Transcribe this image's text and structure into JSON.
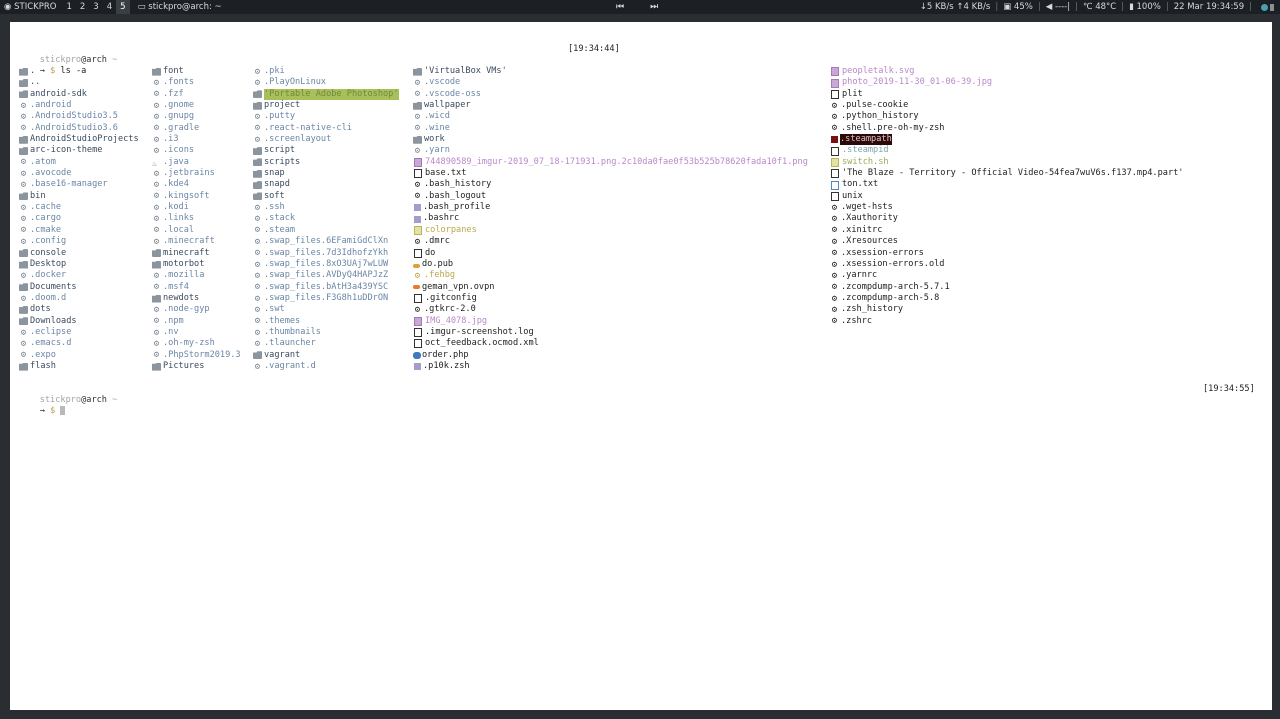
{
  "topbar": {
    "brand": "STICKPRO",
    "workspaces": [
      "1",
      "2",
      "3",
      "4",
      "5"
    ],
    "active_workspace": "5",
    "window_title": "stickpro@arch: ~",
    "net_down": "5 KB/s",
    "net_up": "4 KB/s",
    "cpu": "45%",
    "volume": "----|",
    "temp": "48°C",
    "battery": "100%",
    "datetime": "22 Mar 19:34:59",
    "icons": {
      "brand": "terminal-icon",
      "window": "window-icon",
      "prev": "previous-track-icon",
      "next": "next-track-icon",
      "down": "arrow-down-icon",
      "up": "arrow-up-icon",
      "display": "monitor-icon",
      "volume": "speaker-icon",
      "temp": "thermometer-icon",
      "battery": "battery-icon"
    }
  },
  "terminal": {
    "prompt1": {
      "user": "stickpro",
      "host": "@arch",
      "path": " ~",
      "time": "[19:34:44]",
      "command": "ls -a"
    },
    "prompt2": {
      "user": "stickpro",
      "host": "@arch",
      "path": " ~",
      "time": "[19:34:55]",
      "command": ""
    },
    "arrow": "→",
    "dollar": "$",
    "columns": [
      [
        {
          "name": ".",
          "icon": "folder",
          "cls": "dir"
        },
        {
          "name": "..",
          "icon": "folder",
          "cls": "dir"
        },
        {
          "name": "android-sdk",
          "icon": "folder",
          "cls": "dir"
        },
        {
          "name": ".android",
          "icon": "gear",
          "cls": "hid"
        },
        {
          "name": ".AndroidStudio3.5",
          "icon": "gear",
          "cls": "hid"
        },
        {
          "name": ".AndroidStudio3.6",
          "icon": "gear",
          "cls": "hid"
        },
        {
          "name": "AndroidStudioProjects",
          "icon": "folder",
          "cls": "dir"
        },
        {
          "name": "arc-icon-theme",
          "icon": "folder",
          "cls": "dir"
        },
        {
          "name": ".atom",
          "icon": "gear",
          "cls": "hid"
        },
        {
          "name": ".avocode",
          "icon": "gear",
          "cls": "hid"
        },
        {
          "name": ".base16-manager",
          "icon": "gear",
          "cls": "hid"
        },
        {
          "name": "bin",
          "icon": "folder",
          "cls": "dir"
        },
        {
          "name": ".cache",
          "icon": "gear",
          "cls": "hid"
        },
        {
          "name": ".cargo",
          "icon": "gear",
          "cls": "hid"
        },
        {
          "name": ".cmake",
          "icon": "gear",
          "cls": "hid"
        },
        {
          "name": ".config",
          "icon": "gear",
          "cls": "hid"
        },
        {
          "name": "console",
          "icon": "folder",
          "cls": "dir"
        },
        {
          "name": "Desktop",
          "icon": "folder",
          "cls": "dir"
        },
        {
          "name": ".docker",
          "icon": "gear",
          "cls": "hid"
        },
        {
          "name": "Documents",
          "icon": "folder",
          "cls": "dir"
        },
        {
          "name": ".doom.d",
          "icon": "gear",
          "cls": "hid"
        },
        {
          "name": "dots",
          "icon": "folder",
          "cls": "dir"
        },
        {
          "name": "Downloads",
          "icon": "folder",
          "cls": "dir"
        },
        {
          "name": ".eclipse",
          "icon": "gear",
          "cls": "hid"
        },
        {
          "name": ".emacs.d",
          "icon": "gear",
          "cls": "hid"
        },
        {
          "name": ".expo",
          "icon": "gear",
          "cls": "hid"
        },
        {
          "name": "flash",
          "icon": "folder",
          "cls": "dir"
        }
      ],
      [
        {
          "name": "font",
          "icon": "folder",
          "cls": "dir"
        },
        {
          "name": ".fonts",
          "icon": "gear",
          "cls": "hid"
        },
        {
          "name": ".fzf",
          "icon": "gear",
          "cls": "hid"
        },
        {
          "name": ".gnome",
          "icon": "gear",
          "cls": "hid"
        },
        {
          "name": ".gnupg",
          "icon": "gear",
          "cls": "hid"
        },
        {
          "name": ".gradle",
          "icon": "gear",
          "cls": "hid"
        },
        {
          "name": ".i3",
          "icon": "gear",
          "cls": "hid"
        },
        {
          "name": ".icons",
          "icon": "gear",
          "cls": "hid"
        },
        {
          "name": ".java",
          "icon": "java",
          "cls": "hid"
        },
        {
          "name": ".jetbrains",
          "icon": "gear",
          "cls": "hid"
        },
        {
          "name": ".kde4",
          "icon": "gear",
          "cls": "hid"
        },
        {
          "name": ".kingsoft",
          "icon": "gear",
          "cls": "hid"
        },
        {
          "name": ".kodi",
          "icon": "gear",
          "cls": "hid"
        },
        {
          "name": ".links",
          "icon": "gear",
          "cls": "hid"
        },
        {
          "name": ".local",
          "icon": "gear",
          "cls": "hid"
        },
        {
          "name": ".minecraft",
          "icon": "gear",
          "cls": "hid"
        },
        {
          "name": "minecraft",
          "icon": "folder",
          "cls": "dir"
        },
        {
          "name": "motorbot",
          "icon": "folder",
          "cls": "dir"
        },
        {
          "name": ".mozilla",
          "icon": "gear",
          "cls": "hid"
        },
        {
          "name": ".msf4",
          "icon": "gear",
          "cls": "hid"
        },
        {
          "name": "newdots",
          "icon": "folder",
          "cls": "dir"
        },
        {
          "name": ".node-gyp",
          "icon": "gear",
          "cls": "hid"
        },
        {
          "name": ".npm",
          "icon": "gear",
          "cls": "hid"
        },
        {
          "name": ".nv",
          "icon": "gear",
          "cls": "hid"
        },
        {
          "name": ".oh-my-zsh",
          "icon": "gear",
          "cls": "hid"
        },
        {
          "name": ".PhpStorm2019.3",
          "icon": "gear",
          "cls": "hid"
        },
        {
          "name": "Pictures",
          "icon": "folder",
          "cls": "dir"
        }
      ],
      [
        {
          "name": ".pki",
          "icon": "gear",
          "cls": "hid"
        },
        {
          "name": ".PlayOnLinux",
          "icon": "gear",
          "cls": "hid"
        },
        {
          "name": "'Portable Adobe Photoshop'",
          "icon": "folder",
          "cls": "hl"
        },
        {
          "name": "project",
          "icon": "folder",
          "cls": "dir"
        },
        {
          "name": ".putty",
          "icon": "gear",
          "cls": "hid"
        },
        {
          "name": ".react-native-cli",
          "icon": "gear",
          "cls": "hid"
        },
        {
          "name": ".screenlayout",
          "icon": "gear",
          "cls": "hid"
        },
        {
          "name": "script",
          "icon": "folder",
          "cls": "dir"
        },
        {
          "name": "scripts",
          "icon": "folder",
          "cls": "dir"
        },
        {
          "name": "snap",
          "icon": "folder",
          "cls": "dir"
        },
        {
          "name": "snapd",
          "icon": "folder",
          "cls": "dir"
        },
        {
          "name": "soft",
          "icon": "folder",
          "cls": "dir"
        },
        {
          "name": ".ssh",
          "icon": "gear",
          "cls": "hid"
        },
        {
          "name": ".stack",
          "icon": "gear",
          "cls": "hid"
        },
        {
          "name": ".steam",
          "icon": "gear",
          "cls": "hid"
        },
        {
          "name": ".swap_files.6EFamiGdClXn",
          "icon": "gear",
          "cls": "hid"
        },
        {
          "name": ".swap_files.7d3IdhofzYkh",
          "icon": "gear",
          "cls": "hid"
        },
        {
          "name": ".swap_files.8xO3UAj7wLUW",
          "icon": "gear",
          "cls": "hid"
        },
        {
          "name": ".swap_files.AVDyQ4HAPJzZ",
          "icon": "gear",
          "cls": "hid"
        },
        {
          "name": ".swap_files.bAtH3a439YSC",
          "icon": "gear",
          "cls": "hid"
        },
        {
          "name": ".swap_files.F3G8h1uDDrON",
          "icon": "gear",
          "cls": "hid"
        },
        {
          "name": ".swt",
          "icon": "gear",
          "cls": "hid"
        },
        {
          "name": ".themes",
          "icon": "gear",
          "cls": "hid"
        },
        {
          "name": ".thumbnails",
          "icon": "gear",
          "cls": "hid"
        },
        {
          "name": ".tlauncher",
          "icon": "gear",
          "cls": "hid"
        },
        {
          "name": "vagrant",
          "icon": "folder",
          "cls": "dir"
        },
        {
          "name": ".vagrant.d",
          "icon": "gear",
          "cls": "hid"
        }
      ],
      [
        {
          "name": "'VirtualBox VMs'",
          "icon": "folder",
          "cls": "dir"
        },
        {
          "name": ".vscode",
          "icon": "gear",
          "cls": "hid"
        },
        {
          "name": ".vscode-oss",
          "icon": "gear",
          "cls": "hid"
        },
        {
          "name": "wallpaper",
          "icon": "folder",
          "cls": "dir"
        },
        {
          "name": ".wicd",
          "icon": "gear",
          "cls": "hid"
        },
        {
          "name": ".wine",
          "icon": "gear",
          "cls": "hid"
        },
        {
          "name": "work",
          "icon": "folder",
          "cls": "dir"
        },
        {
          "name": ".yarn",
          "icon": "gear",
          "cls": "hid"
        },
        {
          "name": "744890589_imgur-2019_07_18-171931.png.2c10da0fae0f53b525b78620fada10f1.png",
          "icon": "img",
          "cls": "purple"
        },
        {
          "name": "base.txt",
          "icon": "file",
          "cls": "plain"
        },
        {
          "name": ".bash_history",
          "icon": "gear-dark",
          "cls": "plain"
        },
        {
          "name": ".bash_logout",
          "icon": "gear-dark",
          "cls": "plain"
        },
        {
          "name": ".bash_profile",
          "icon": "code",
          "cls": "plain"
        },
        {
          "name": ".bashrc",
          "icon": "code",
          "cls": "plain"
        },
        {
          "name": "colorpanes",
          "icon": "yellow",
          "cls": "olive"
        },
        {
          "name": ".dmrc",
          "icon": "gear-dark",
          "cls": "plain"
        },
        {
          "name": "do",
          "icon": "file",
          "cls": "plain"
        },
        {
          "name": "do.pub",
          "icon": "key",
          "cls": "plain"
        },
        {
          "name": ".fehbg",
          "icon": "gear-olive",
          "cls": "olive"
        },
        {
          "name": "geman_vpn.ovpn",
          "icon": "orange",
          "cls": "plain"
        },
        {
          "name": ".gitconfig",
          "icon": "file",
          "cls": "plain"
        },
        {
          "name": ".gtkrc-2.0",
          "icon": "gear-dark",
          "cls": "plain"
        },
        {
          "name": "IMG_4078.jpg",
          "icon": "img",
          "cls": "purple"
        },
        {
          "name": ".imgur-screenshot.log",
          "icon": "file",
          "cls": "plain"
        },
        {
          "name": "oct_feedback.ocmod.xml",
          "icon": "file",
          "cls": "plain"
        },
        {
          "name": "order.php",
          "icon": "elephant",
          "cls": "plain"
        },
        {
          "name": ".p10k.zsh",
          "icon": "code",
          "cls": "plain"
        }
      ],
      [
        {
          "name": "peopletalk.svg",
          "icon": "img",
          "cls": "purple"
        },
        {
          "name": "photo_2019-11-30_01-06-39.jpg",
          "icon": "img",
          "cls": "purple"
        },
        {
          "name": "plit",
          "icon": "file",
          "cls": "plain"
        },
        {
          "name": ".pulse-cookie",
          "icon": "gear-dark",
          "cls": "plain"
        },
        {
          "name": ".python_history",
          "icon": "gear-dark",
          "cls": "plain"
        },
        {
          "name": ".shell.pre-oh-my-zsh",
          "icon": "gear-dark",
          "cls": "plain"
        },
        {
          "name": ".steampath",
          "icon": "redbox",
          "cls": "hlred"
        },
        {
          "name": ".steampid",
          "icon": "file",
          "cls": "teal"
        },
        {
          "name": "switch.sh",
          "icon": "yellow",
          "cls": "green"
        },
        {
          "name": "'The Blaze - Territory - Official Video-54fea7wuV6s.f137.mp4.part'",
          "icon": "file",
          "cls": "plain"
        },
        {
          "name": "ton.txt",
          "icon": "doc",
          "cls": "plain"
        },
        {
          "name": "unix",
          "icon": "file",
          "cls": "plain"
        },
        {
          "name": ".wget-hsts",
          "icon": "gear-dark",
          "cls": "plain"
        },
        {
          "name": ".Xauthority",
          "icon": "gear-dark",
          "cls": "plain"
        },
        {
          "name": ".xinitrc",
          "icon": "gear-dark",
          "cls": "plain"
        },
        {
          "name": ".Xresources",
          "icon": "gear-dark",
          "cls": "plain"
        },
        {
          "name": ".xsession-errors",
          "icon": "gear-dark",
          "cls": "plain"
        },
        {
          "name": ".xsession-errors.old",
          "icon": "gear-dark",
          "cls": "plain"
        },
        {
          "name": ".yarnrc",
          "icon": "gear-dark",
          "cls": "plain"
        },
        {
          "name": ".zcompdump-arch-5.7.1",
          "icon": "gear-dark",
          "cls": "plain"
        },
        {
          "name": ".zcompdump-arch-5.8",
          "icon": "gear-dark",
          "cls": "plain"
        },
        {
          "name": ".zsh_history",
          "icon": "gear-dark",
          "cls": "plain"
        },
        {
          "name": ".zshrc",
          "icon": "gear-dark",
          "cls": "plain"
        }
      ]
    ]
  }
}
